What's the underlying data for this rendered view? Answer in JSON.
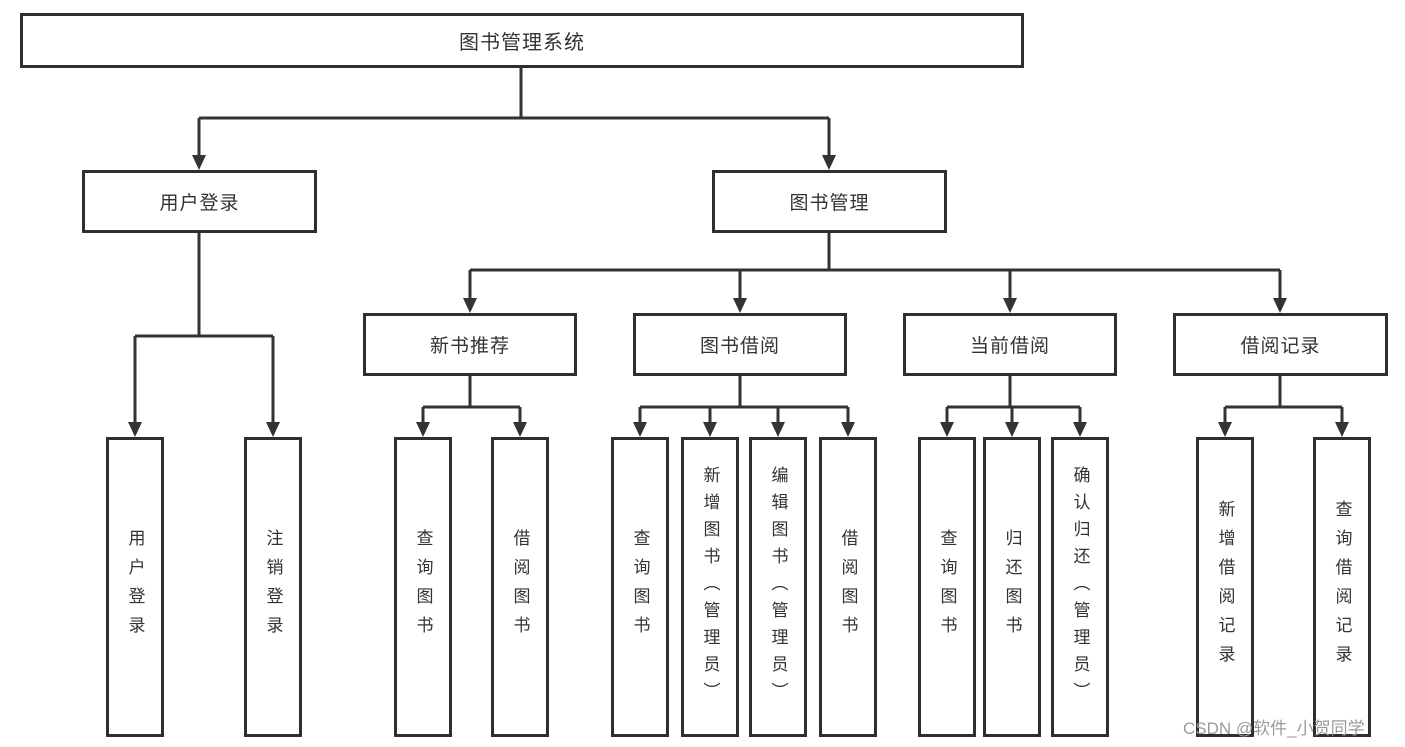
{
  "diagram": {
    "type": "hierarchy-tree",
    "orientation": "top-down",
    "colors": {
      "background": "#ffffff",
      "line": "#333333",
      "box_border": "#2f2f2f",
      "text": "#333333",
      "watermark": "#9b9b9b"
    },
    "watermark": "CSDN @软件_小贺同学",
    "nodes": {
      "root": {
        "label": "图书管理系统"
      },
      "user_login": {
        "label": "用户登录"
      },
      "book_mgmt": {
        "label": "图书管理"
      },
      "user_login_action": {
        "label": "用户登录"
      },
      "logout_action": {
        "label": "注销登录"
      },
      "new_book_rec": {
        "label": "新书推荐"
      },
      "book_borrow": {
        "label": "图书借阅"
      },
      "current_borrow": {
        "label": "当前借阅"
      },
      "borrow_record": {
        "label": "借阅记录"
      },
      "rec_query_books": {
        "label": "查询图书"
      },
      "rec_borrow_books": {
        "label": "借阅图书"
      },
      "bb_query_books": {
        "label": "查询图书"
      },
      "bb_add_books": {
        "label": "新增图书（管理员）"
      },
      "bb_edit_books": {
        "label": "编辑图书（管理员）"
      },
      "bb_borrow_books": {
        "label": "借阅图书"
      },
      "cb_query_books": {
        "label": "查询图书"
      },
      "cb_return_books": {
        "label": "归还图书"
      },
      "cb_confirm_return": {
        "label": "确认归还（管理员）"
      },
      "br_add_record": {
        "label": "新增借阅记录"
      },
      "br_query_record": {
        "label": "查询借阅记录"
      }
    },
    "hierarchy": {
      "图书管理系统": [
        "用户登录",
        "图书管理"
      ],
      "用户登录": [
        "用户登录",
        "注销登录"
      ],
      "图书管理": [
        "新书推荐",
        "图书借阅",
        "当前借阅",
        "借阅记录"
      ],
      "新书推荐": [
        "查询图书",
        "借阅图书"
      ],
      "图书借阅": [
        "查询图书",
        "新增图书（管理员）",
        "编辑图书（管理员）",
        "借阅图书"
      ],
      "当前借阅": [
        "查询图书",
        "归还图书",
        "确认归还（管理员）"
      ],
      "借阅记录": [
        "新增借阅记录",
        "查询借阅记录"
      ]
    }
  }
}
